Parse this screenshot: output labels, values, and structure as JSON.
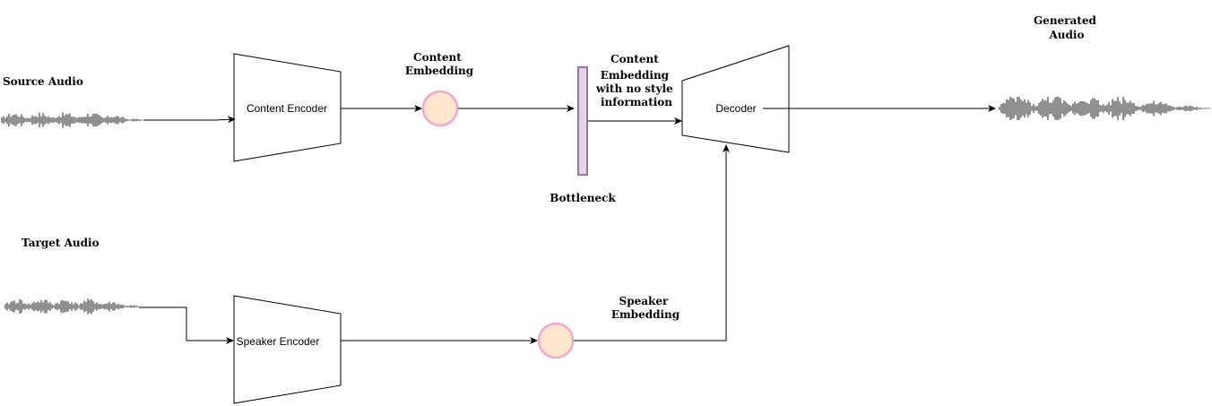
{
  "labels": {
    "source_audio": "Source Audio",
    "target_audio": "Target Audio",
    "generated_audio": [
      "Generated",
      "Audio"
    ],
    "content_embedding": [
      "Content",
      "Embedding"
    ],
    "content_embedding_no_style": [
      "Content",
      "Embedding",
      "with no style",
      "information"
    ],
    "bottleneck": "Bottleneck",
    "speaker_embedding": [
      "Speaker",
      "Embedding"
    ]
  },
  "nodes": {
    "content_encoder": "Content Encoder",
    "speaker_encoder": "Speaker Encoder",
    "decoder": "Decoder"
  },
  "colors": {
    "embedding_fill": "#ffe6cc",
    "embedding_stroke": "#f4a6d0",
    "bottleneck_fill": "#e1d5e7",
    "bottleneck_stroke": "#9673a6",
    "waveform": "#555555"
  }
}
